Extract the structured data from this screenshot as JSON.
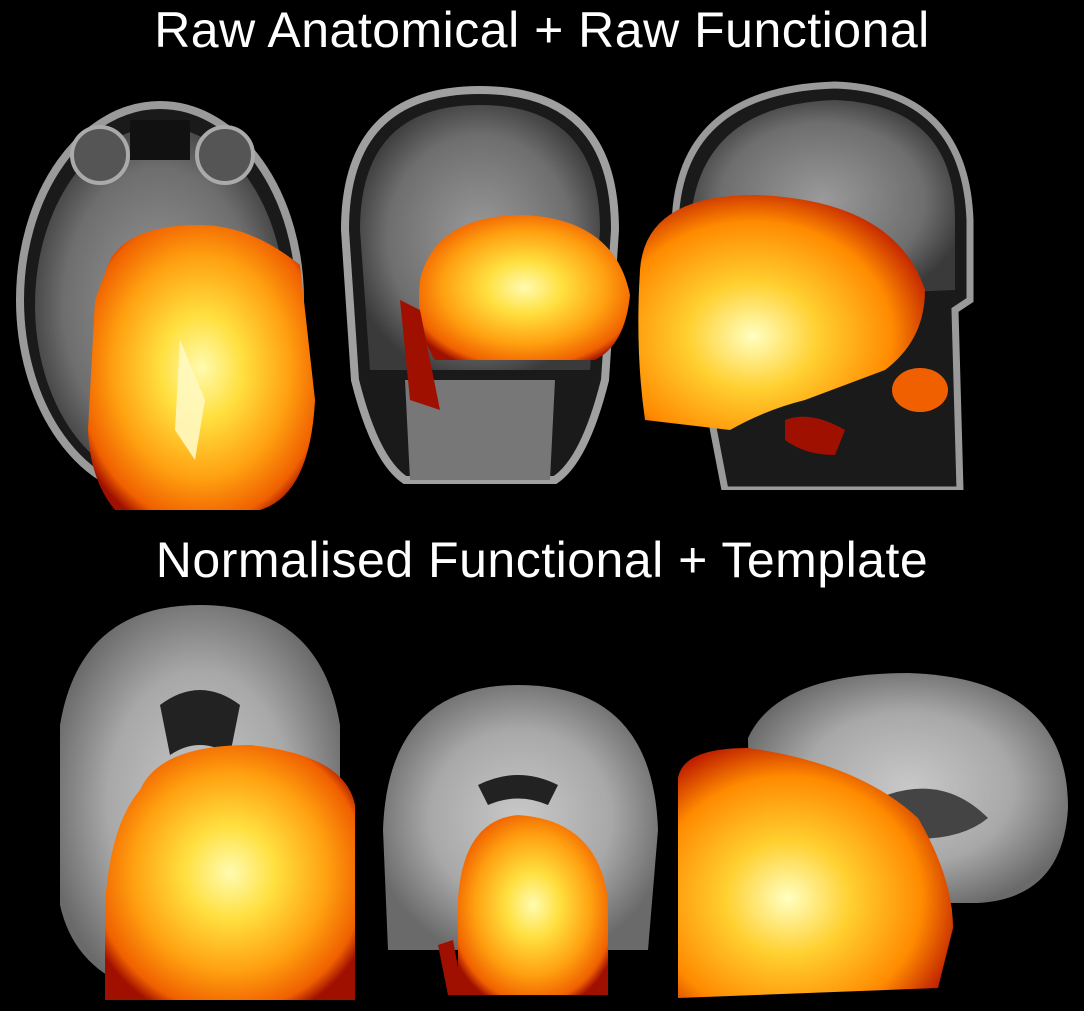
{
  "titles": {
    "top": "Raw Anatomical + Raw Functional",
    "bottom": "Normalised Functional + Template"
  },
  "panels": {
    "top": [
      {
        "view": "axial",
        "description_icon": "brain-axial-slice"
      },
      {
        "view": "coronal",
        "description_icon": "brain-coronal-slice"
      },
      {
        "view": "sagittal",
        "description_icon": "brain-sagittal-slice"
      }
    ],
    "bottom": [
      {
        "view": "axial",
        "description_icon": "brain-axial-slice"
      },
      {
        "view": "coronal",
        "description_icon": "brain-coronal-slice"
      },
      {
        "view": "sagittal",
        "description_icon": "brain-sagittal-slice"
      }
    ]
  },
  "colors": {
    "background": "#000000",
    "text": "#ffffff",
    "heat_low": "#8b0000",
    "heat_mid": "#ff6a00",
    "heat_high": "#ffff80"
  }
}
